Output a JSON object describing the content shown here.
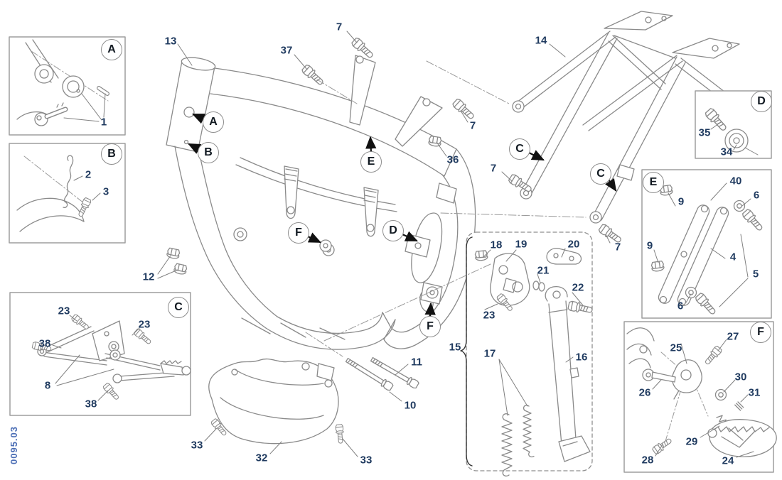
{
  "page_code": "0095.03",
  "letters": {
    "A": "A",
    "B": "B",
    "C": "C",
    "D": "D",
    "E": "E",
    "F": "F"
  },
  "parts": {
    "p1": "1",
    "p2": "2",
    "p3": "3",
    "p4": "4",
    "p5": "5",
    "p6": "6",
    "p7": "7",
    "p8": "8",
    "p9": "9",
    "p10": "10",
    "p11": "11",
    "p12": "12",
    "p13": "13",
    "p14": "14",
    "p15": "15",
    "p16": "16",
    "p17": "17",
    "p18": "18",
    "p19": "19",
    "p20": "20",
    "p21": "21",
    "p22": "22",
    "p23": "23",
    "p24": "24",
    "p25": "25",
    "p26": "26",
    "p27": "27",
    "p28": "28",
    "p29": "29",
    "p30": "30",
    "p31": "31",
    "p32": "32",
    "p33": "33",
    "p34": "34",
    "p35": "35",
    "p36": "36",
    "p37": "37",
    "p38": "38",
    "p40": "40"
  },
  "colors": {
    "part_label": "#1f3a5f",
    "callout_letter": "#101820",
    "page_code": "#4a6db5",
    "line_art": "#8a8a8a",
    "construction_line": "#9a9a9a",
    "marker_arrow": "#111111",
    "box_border": "#9e9e9e"
  }
}
